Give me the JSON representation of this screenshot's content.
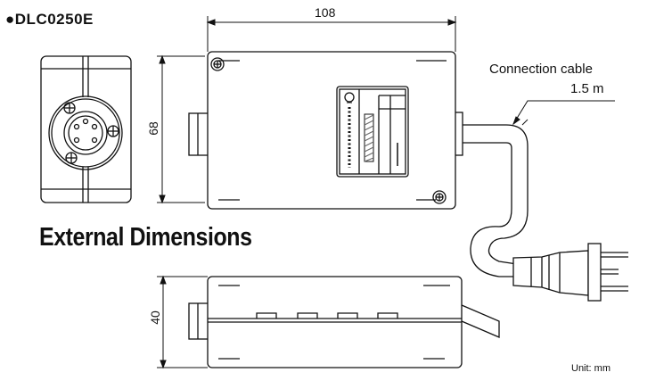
{
  "model_title": "DLC0250E",
  "bullet": "●",
  "heading": "External Dimensions",
  "dimensions": {
    "width": "108",
    "height_front": "68",
    "height_side": "40"
  },
  "cable_label": {
    "line1": "Connection cable",
    "line2": "1.5 m"
  },
  "unit_note": "Unit: mm",
  "colors": {
    "line": "#111111",
    "fill": "#ffffff",
    "hatch": "#666666"
  }
}
